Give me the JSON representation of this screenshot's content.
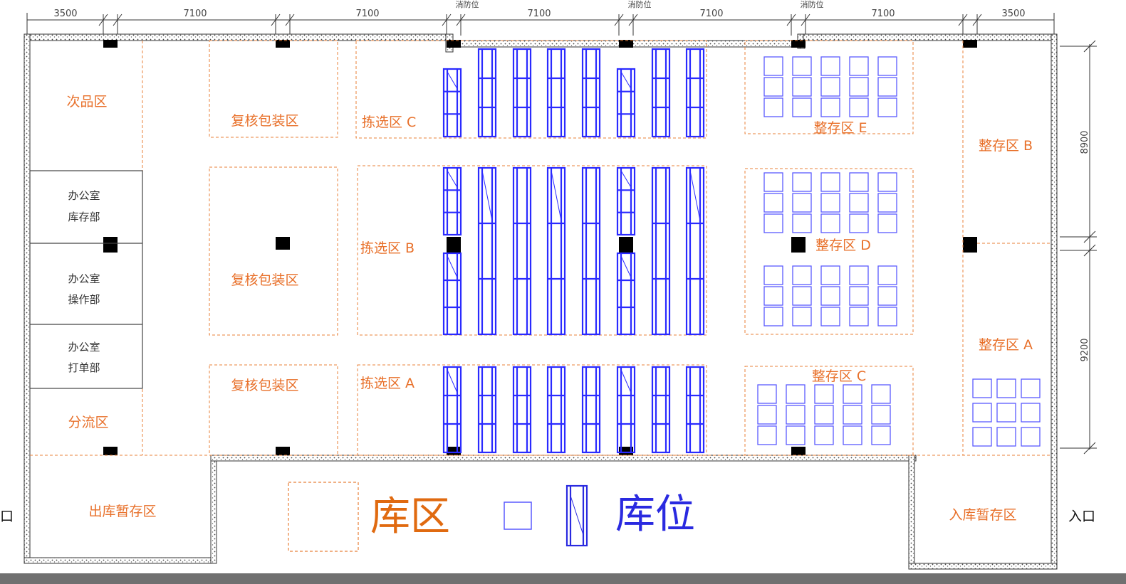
{
  "colors": {
    "wall": "#3a3a3a",
    "zone": "#e8803a",
    "zone_text": "#e8702a",
    "rack": "#2a2aff",
    "pallet": "#5a5aff",
    "legend_big": "#e06a10",
    "legend_blue": "#2a2ae0"
  },
  "dimensions": {
    "top": [
      "3500",
      "7100",
      "7100",
      "7100",
      "7100",
      "7100",
      "3500"
    ],
    "fire_label": "消防位",
    "right": [
      "8900",
      "9200"
    ]
  },
  "zones": {
    "defective": "次品区",
    "review_pack_1": "复核包装区",
    "review_pack_2": "复核包装区",
    "review_pack_3": "复核包装区",
    "pick_c": "拣选区 C",
    "pick_b": "拣选区 B",
    "pick_a": "拣选区 A",
    "store_e": "整存区 E",
    "store_d": "整存区 D",
    "store_c": "整存区 C",
    "store_b": "整存区 B",
    "store_a": "整存区 A",
    "sorting": "分流区",
    "outbound_staging": "出库暂存区",
    "inbound_staging": "入库暂存区"
  },
  "offices": [
    {
      "line1": "办公室",
      "line2": "库存部"
    },
    {
      "line1": "办公室",
      "line2": "操作部"
    },
    {
      "line1": "办公室",
      "line2": "打单部"
    }
  ],
  "exits": {
    "left": "口",
    "right": "入口"
  },
  "legend": {
    "zone_label": "库区",
    "slot_label": "库位"
  }
}
